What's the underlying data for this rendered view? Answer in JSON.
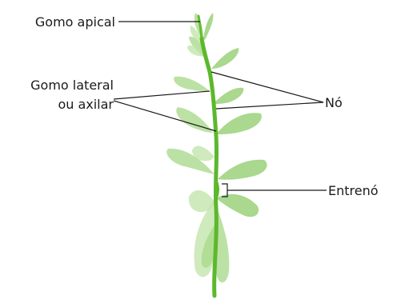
{
  "labels": {
    "apical_bud": "Gomo apical",
    "lateral_bud_line1": "Gomo lateral",
    "lateral_bud_line2": "ou axilar",
    "node": "Nó",
    "internode": "Entrenó"
  },
  "colors": {
    "stem": "#5cb82c",
    "leaf": "#a9d98a",
    "text": "#1a1a1a"
  }
}
